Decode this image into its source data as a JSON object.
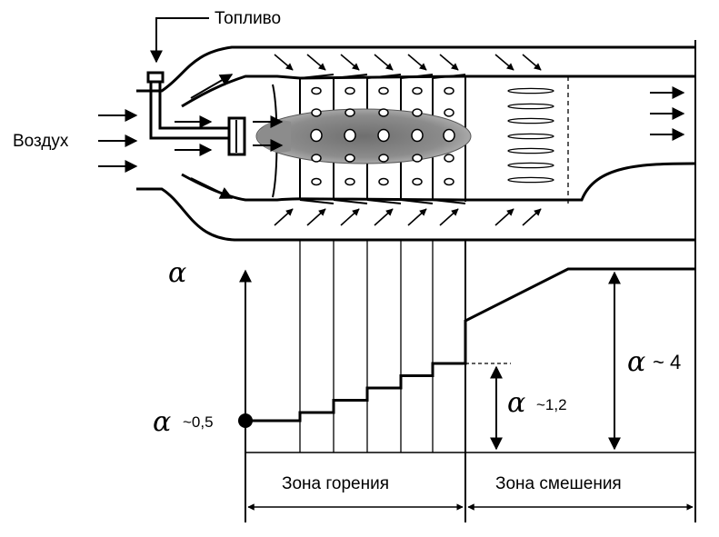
{
  "labels": {
    "fuel": "Топливо",
    "air": "Воздух",
    "alpha": "α",
    "alpha_start": "α",
    "alpha_start_value": "~0,5",
    "alpha_mid": "α",
    "alpha_mid_value": "~1,2",
    "alpha_final": "α",
    "alpha_final_value": "~ 4",
    "zone_combustion": "Зона горения",
    "zone_mixing": "Зона смешения"
  },
  "alpha_profile": {
    "combustion_zone_steps": [
      0.5,
      0.6,
      0.75,
      0.9,
      1.05,
      1.2
    ],
    "mixing_zone_start": 2.0,
    "mixing_zone_end": 4.0
  },
  "colors": {
    "ink": "#000000",
    "flame": "#8c8c8c",
    "background": "#ffffff"
  }
}
